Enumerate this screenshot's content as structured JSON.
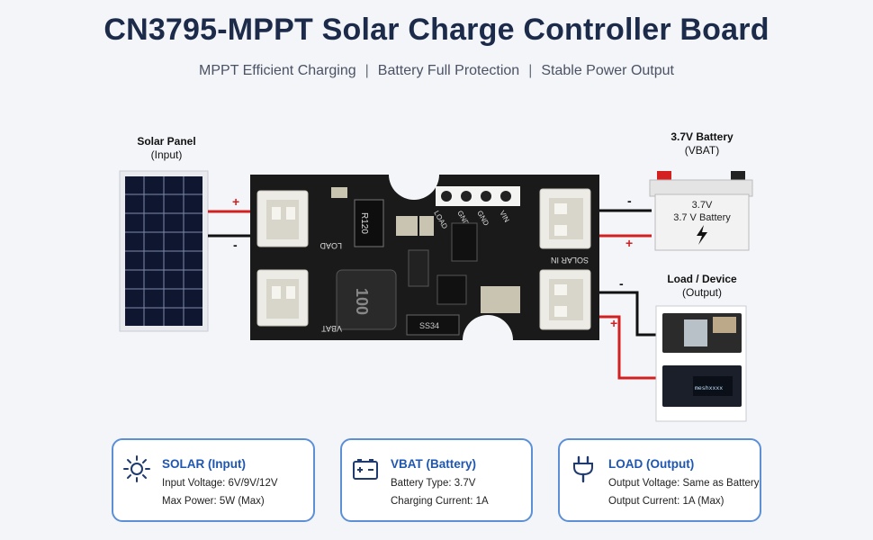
{
  "header": {
    "title": "CN3795-MPPT Solar Charge Controller Board",
    "subtitle_parts": [
      "MPPT Efficient Charging",
      "Battery Full Protection",
      "Stable Power Output"
    ],
    "separator": "|"
  },
  "labels": {
    "solar_panel": "Solar Panel",
    "solar_panel_sub": "(Input)",
    "battery": "3.7V Battery",
    "battery_sub": "(VBAT)",
    "battery_face_1": "3.7V",
    "battery_face_2": "3.7 V Battery",
    "load": "Load / Device",
    "load_sub": "(Output)",
    "plus": "+",
    "minus": "-",
    "module_screen": "meshxxxx"
  },
  "board": {
    "top_conn_label": "LOAD",
    "bottom_conn_label": "VBAT",
    "right_conn_label": "SOLAR IN",
    "resistor": "R120",
    "inductor": "100",
    "diode": "SS34",
    "pins": [
      "LOAD",
      "GND",
      "GND",
      "VIN"
    ]
  },
  "cards": [
    {
      "title": "SOLAR (Input)",
      "line1": "Input Voltage: 6V/9V/12V",
      "line2": "Max Power:  5W (Max)",
      "icon": "sun-icon"
    },
    {
      "title": "VBAT (Battery)",
      "line1": "Battery Type: 3.7V",
      "line2": "Charging Current: 1A",
      "icon": "battery-icon"
    },
    {
      "title": "LOAD (Output)",
      "line1": "Output Voltage: Same as Battery",
      "line2": "Output Current: 1A (Max)",
      "icon": "plug-icon"
    }
  ],
  "colors": {
    "accent": "#1e56b0",
    "card_border": "#5b8fd6",
    "wire_red": "#d21f1f",
    "wire_black": "#111111",
    "board": "#1a1a1a"
  }
}
